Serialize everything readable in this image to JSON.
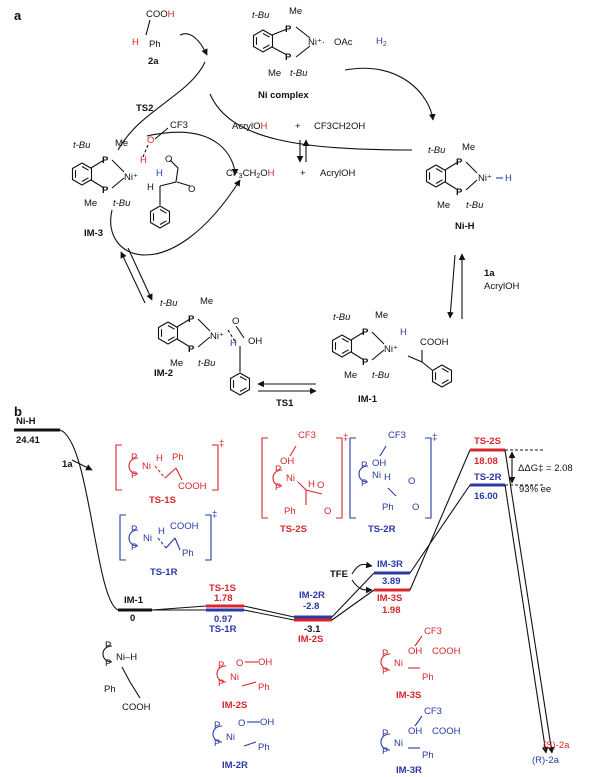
{
  "panel_a": {
    "label": "a",
    "product": "2a",
    "ni_complex": "Ni complex",
    "ni_h": "Ni-H",
    "im1": "IM-1",
    "im2": "IM-2",
    "im3": "IM-3",
    "ts1": "TS1",
    "ts2": "TS2",
    "h2": "H2",
    "reagent_1a": "1a",
    "acrylOH": "AcrylOH",
    "tfe_formula": "CF3CH2OH",
    "plus": "+",
    "cooh": "COOH",
    "ph": "Ph",
    "tbu": "t-Bu",
    "me": "Me",
    "oac": "OAc",
    "oh": "OH",
    "cf3": "CF3"
  },
  "panel_b": {
    "label": "b",
    "ddg": "ΔΔG‡ = 2.08",
    "ee": "93% ee",
    "tfe": "TFE",
    "product_s": "(S)-2a",
    "product_r": "(R)-2a",
    "levels": [
      {
        "name": "Ni-H",
        "value": "24.41",
        "color": "#111111"
      },
      {
        "name": "IM-1",
        "value": "0",
        "color": "#111111"
      },
      {
        "name": "TS-1S",
        "value": "1.78",
        "color": "#d8262c"
      },
      {
        "name": "TS-1R",
        "value": "0.97",
        "color": "#2a3aa3"
      },
      {
        "name": "IM-2R",
        "value": "-2.8",
        "color": "#2a3aa3"
      },
      {
        "name": "IM-2S",
        "value": "-3.1",
        "color": "#d8262c"
      },
      {
        "name": "IM-3R",
        "value": "3.89",
        "color": "#2a3aa3"
      },
      {
        "name": "IM-3S",
        "value": "1.98",
        "color": "#d8262c"
      },
      {
        "name": "TS-2S",
        "value": "18.08",
        "color": "#d8262c"
      },
      {
        "name": "TS-2R",
        "value": "16.00",
        "color": "#2a3aa3"
      }
    ],
    "struct_labels": {
      "ts1s": "TS-1S",
      "ts1r": "TS-1R",
      "ts2s": "TS-2S",
      "ts2r": "TS-2R",
      "im2s": "IM-2S",
      "im2r": "IM-2R",
      "im3s": "IM-3S",
      "im3r": "IM-3R"
    },
    "dagger": "‡"
  }
}
